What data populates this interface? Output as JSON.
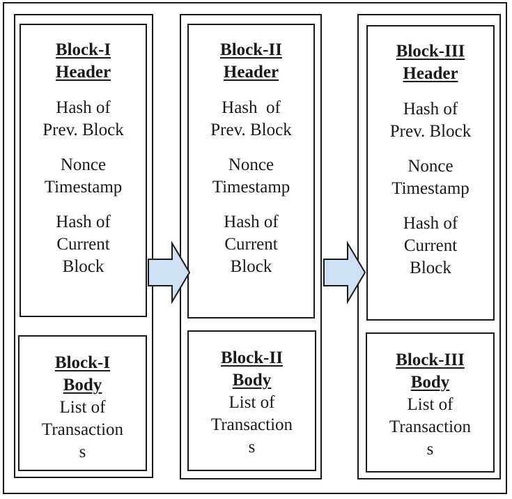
{
  "blocks": [
    {
      "header": {
        "title": [
          "Block-I",
          "Header"
        ],
        "hash_prev": [
          "Hash of",
          "Prev. Block"
        ],
        "nonce": [
          "Nonce",
          "Timestamp"
        ],
        "hash_current": [
          "Hash of",
          "Current",
          "Block"
        ]
      },
      "body": {
        "title": [
          "Block-I",
          "Body"
        ],
        "text": [
          "List of",
          "Transaction",
          "s"
        ]
      }
    },
    {
      "header": {
        "title": [
          "Block-II",
          "Header"
        ],
        "hash_prev": [
          "Hash  of",
          "Prev. Block"
        ],
        "nonce": [
          "Nonce",
          "Timestamp"
        ],
        "hash_current": [
          "Hash of",
          "Current",
          "Block"
        ]
      },
      "body": {
        "title": [
          "Block-II",
          "Body"
        ],
        "text": [
          "List of",
          "Transaction",
          "s"
        ]
      }
    },
    {
      "header": {
        "title": [
          "Block-III",
          "Header"
        ],
        "hash_prev": [
          "Hash of",
          "Prev. Block"
        ],
        "nonce": [
          "Nonce",
          "Timestamp"
        ],
        "hash_current": [
          "Hash of",
          "Current",
          "Block"
        ]
      },
      "body": {
        "title": [
          "Block-III",
          "Body"
        ],
        "text": [
          "List of",
          "Transaction",
          "s"
        ]
      }
    }
  ],
  "colors": {
    "arrow_fill": "#cfe0f3",
    "stroke": "#1a1a1a"
  }
}
